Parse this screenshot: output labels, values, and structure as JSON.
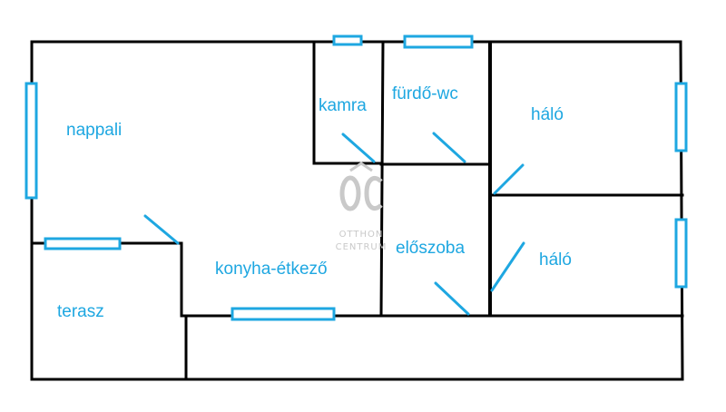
{
  "colors": {
    "wall": "#000000",
    "accent": "#1ea7e1",
    "watermark": "#c9c9c9",
    "background": "#ffffff"
  },
  "rooms": {
    "nappali": "nappali",
    "kamra": "kamra",
    "furdo_wc": "fürdő-wc",
    "halo_1": "háló",
    "halo_2": "háló",
    "eloszoba": "előszoba",
    "konyha_etkezo": "konyha-étkező",
    "terasz": "terasz"
  },
  "watermark": {
    "line1": "OTTHON",
    "line2": "CENTRUM"
  }
}
